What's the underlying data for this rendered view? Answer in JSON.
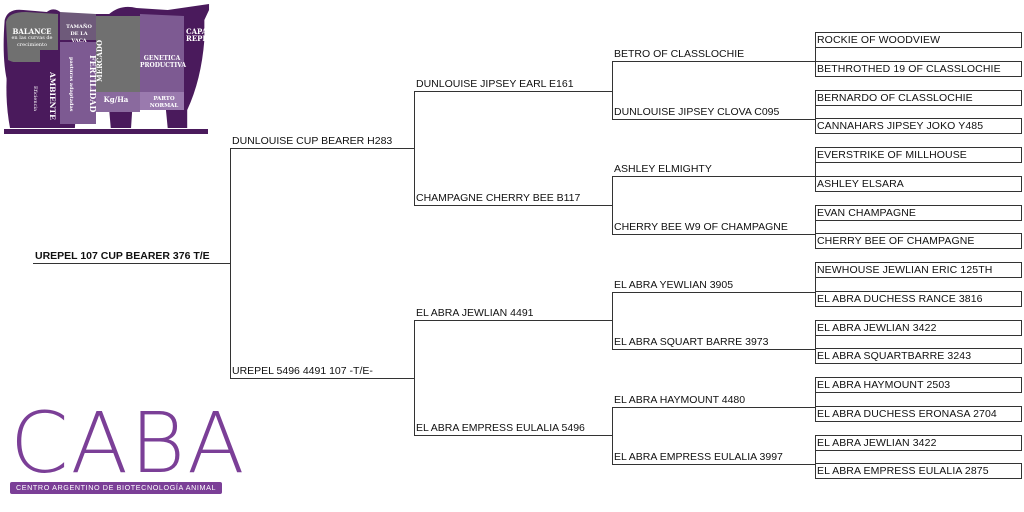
{
  "pedigree": {
    "root": "UREPEL 107 CUP BEARER 376 T/E",
    "gen1": [
      "DUNLOUISE CUP BEARER H283",
      "UREPEL 5496 4491 107 -T/E-"
    ],
    "gen2": [
      "DUNLOUISE JIPSEY EARL E161",
      "CHAMPAGNE CHERRY BEE B117",
      "EL ABRA JEWLIAN 4491",
      "EL ABRA EMPRESS EULALIA 5496"
    ],
    "gen3": [
      "BETRO OF CLASSLOCHIE",
      "DUNLOUISE JIPSEY CLOVA C095",
      "ASHLEY ELMIGHTY",
      "CHERRY BEE W9 OF CHAMPAGNE",
      "EL ABRA YEWLIAN 3905",
      "EL ABRA SQUART BARRE 3973",
      "EL ABRA HAYMOUNT 4480",
      "EL ABRA EMPRESS EULALIA 3997"
    ],
    "gen4": [
      "ROCKIE OF WOODVIEW",
      "BETHROTHED 19 OF CLASSLOCHIE",
      "BERNARDO OF CLASSLOCHIE",
      "CANNAHARS JIPSEY JOKO Y485",
      "EVERSTRIKE OF MILLHOUSE",
      "ASHLEY ELSARA",
      "EVAN CHAMPAGNE",
      "CHERRY BEE OF CHAMPAGNE",
      "NEWHOUSE JEWLIAN ERIC 125TH",
      "EL ABRA DUCHESS RANCE 3816",
      "EL ABRA JEWLIAN 3422",
      "EL ABRA SQUARTBARRE 3243",
      "EL ABRA HAYMOUNT 2503",
      "EL ABRA DUCHESS ERONASA 2704",
      "EL ABRA JEWLIAN 3422",
      "EL ABRA EMPRESS EULALIA 2875"
    ]
  },
  "logo_top": {
    "labels": {
      "balance": "BALANCE",
      "balance_sub": "en las curvas de crecimiento",
      "tamano": "TAMAÑO DE LA VACA",
      "mercado": "MERCADO",
      "capacidad": "CAPACIDAD REPRODUCTIVA",
      "genetica": "GENETICA PRODUCTIVA",
      "parto": "PARTO NORMAL",
      "kgha": "Kg/Ha",
      "fertilidad": "FERTILIDAD",
      "ambiente": "AMBIENTE",
      "ambiente_sub": "Eficiencia",
      "pastos": "pasturas adaptadas"
    },
    "colors": {
      "dark_purple": "#4a1a5c",
      "light_purple": "#7d5a92",
      "gray": "#707070"
    }
  },
  "logo_caba": {
    "word": "CABA",
    "tagline": "CENTRO ARGENTINO DE BIOTECNOLOGÍA ANIMAL",
    "color": "#7b3f97"
  }
}
